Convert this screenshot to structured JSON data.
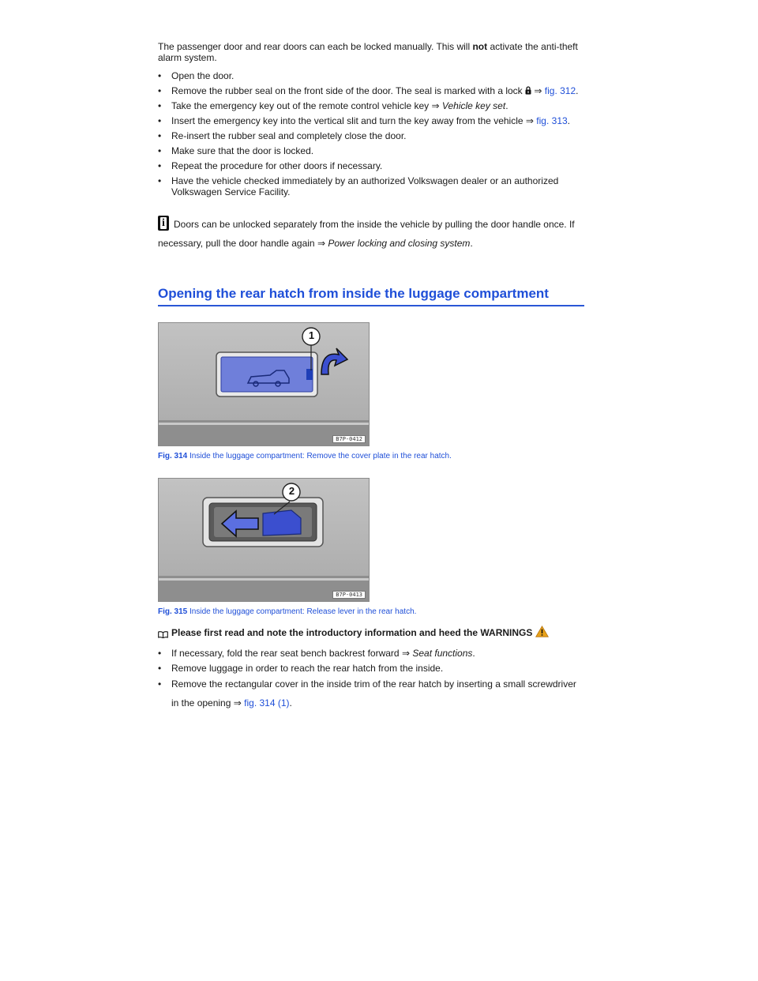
{
  "intro": {
    "before": "The passenger door and rear doors can each be locked manually. This will ",
    "bold": "not",
    "after": " activate the anti-theft alarm system."
  },
  "steps": [
    {
      "text": "Open the door."
    },
    {
      "text": "Remove the rubber seal on the front side of the door. The seal is marked with a lock",
      "arrow": "⇒",
      "link": "fig. 312",
      "end": "."
    },
    {
      "text": "Take the emergency key out of the remote control vehicle key",
      "arrow": "⇒",
      "italic": "Vehicle key set",
      "end": "."
    },
    {
      "text": "Insert the emergency key into the vertical slit and turn the key away from the vehicle",
      "arrow": "⇒",
      "link": "fig. 313",
      "end": "."
    },
    {
      "text": "Re-insert the rubber seal and completely close the door."
    },
    {
      "text": "Make sure that the door is locked."
    },
    {
      "text": "Repeat the procedure for other doors if necessary."
    },
    {
      "text": "Have the vehicle checked immediately by an authorized Volkswagen dealer or an authorized Volkswagen Service Facility."
    }
  ],
  "note": {
    "text": "Doors can be unlocked separately from the inside the vehicle by pulling the door handle once. If necessary, pull the door handle again",
    "arrow": "⇒",
    "italic": "Power locking and closing system",
    "end": "."
  },
  "section_title": "Opening the rear hatch from inside the luggage compartment",
  "figures": [
    {
      "code": "B7P-0412",
      "callout": "1",
      "label": "Fig. 314",
      "caption": "Inside the luggage compartment: Remove the cover plate in the rear hatch."
    },
    {
      "code": "B7P-0413",
      "callout": "2",
      "label": "Fig. 315",
      "caption": "Inside the luggage compartment: Release lever in the rear hatch."
    }
  ],
  "read_first": "Please first read and note the introductory information and heed the WARNINGS",
  "steps2": [
    {
      "text": "If necessary, fold the rear seat bench backrest forward",
      "arrow": "⇒",
      "italic": "Seat functions",
      "end": "."
    },
    {
      "text": "Remove luggage in order to reach the rear hatch from the inside."
    },
    {
      "text": "Remove the rectangular cover in the inside trim of the rear hatch by inserting a small screwdriver in the opening",
      "arrow": "⇒",
      "link": "fig. 314 (1)",
      "end": "."
    }
  ],
  "colors": {
    "link": "#1f4fd8",
    "illustration_blue": "#3b4fcf",
    "warning": "#e8a21a"
  },
  "icons": {
    "note": "info-icon",
    "read_first": "book-icon",
    "warnings": "warning-triangle-icon",
    "seal": "lock-icon"
  }
}
